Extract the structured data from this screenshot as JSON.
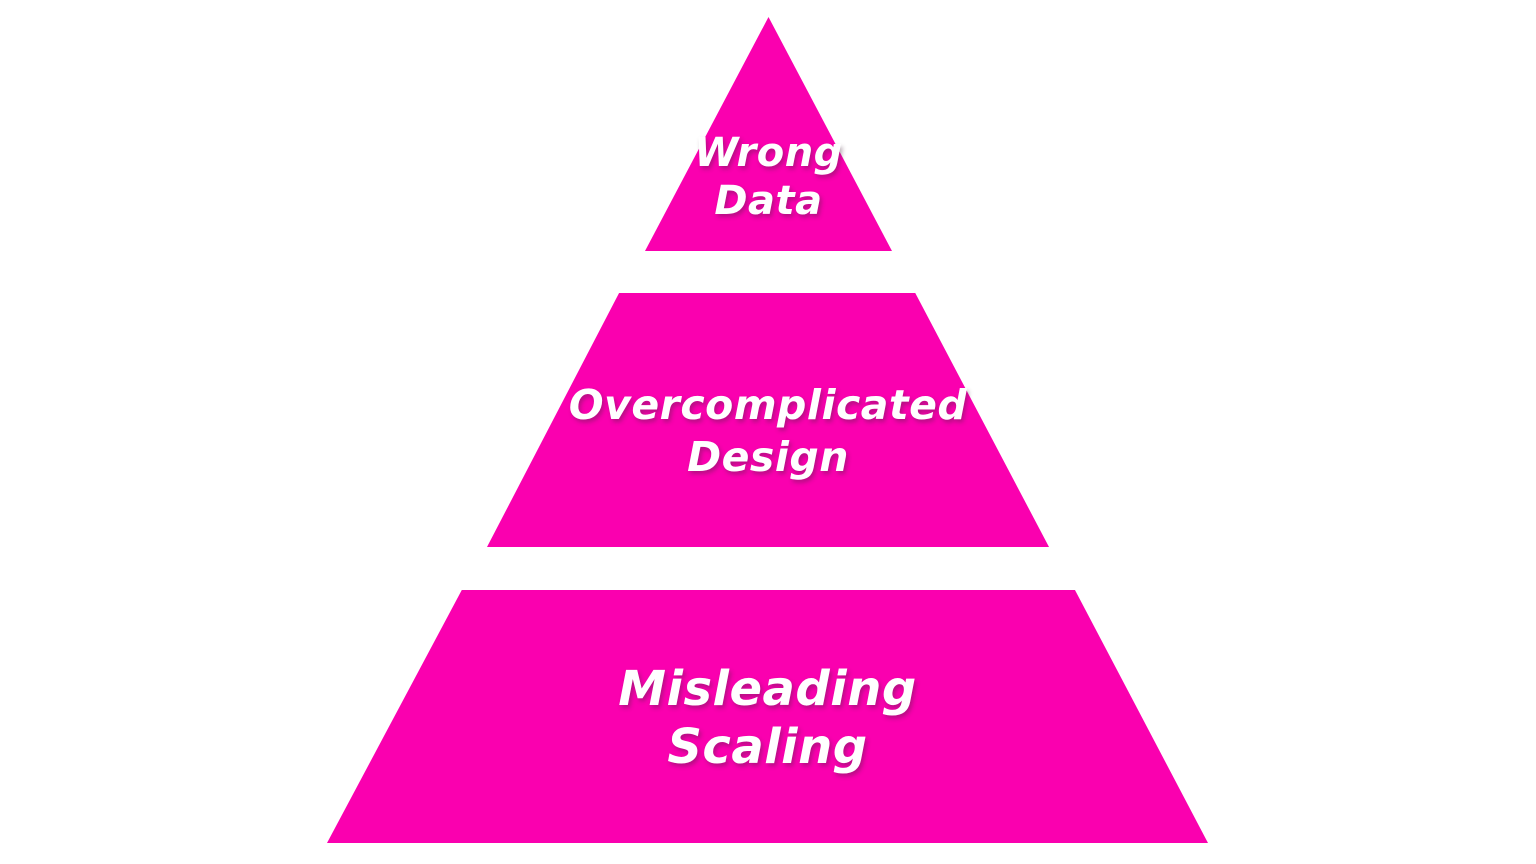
{
  "diagram": {
    "type": "pyramid",
    "tier_count": 3,
    "tiers": [
      {
        "position": "top",
        "shape": "triangle",
        "label": "Wrong Data",
        "lines": [
          "Wrong",
          "Data"
        ]
      },
      {
        "position": "middle",
        "shape": "trapezoid",
        "label": "Overcomplicated Design",
        "lines": [
          "Overcomplicated",
          "Design"
        ]
      },
      {
        "position": "bottom",
        "shape": "trapezoid",
        "label": "Misleading Scaling",
        "lines": [
          "Misleading",
          "Scaling"
        ]
      }
    ],
    "colors": {
      "tier_fill": "#fa00af",
      "label_text": "#ffffff",
      "background": "#ffffff"
    }
  }
}
